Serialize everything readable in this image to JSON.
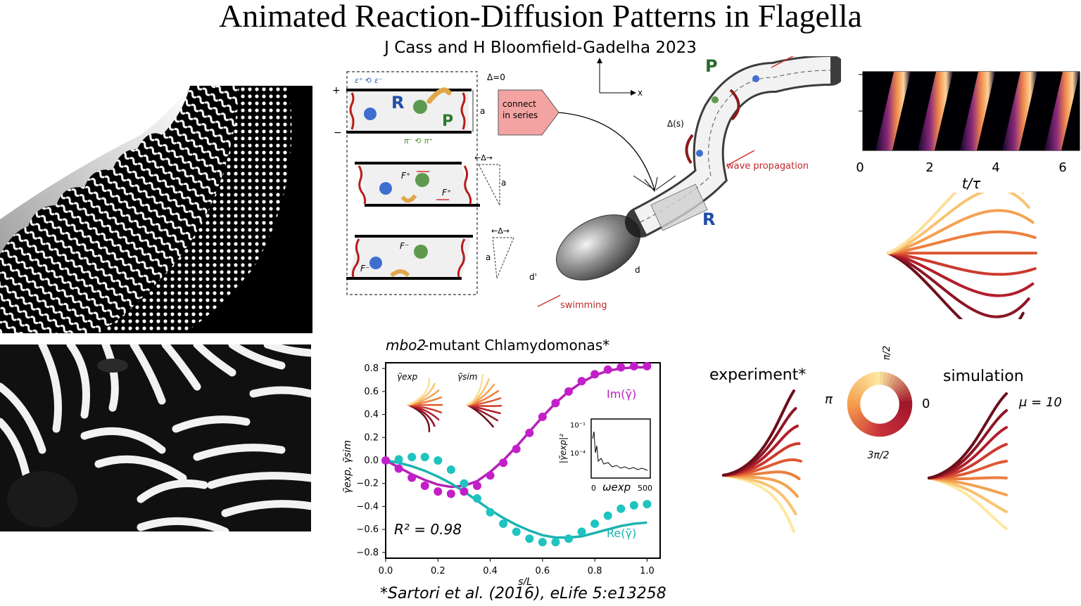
{
  "header": {
    "title": "Animated Reaction-Diffusion Patterns in Flagella",
    "authors": "J Cass and H Bloomfield-Gadelha 2023"
  },
  "schematic": {
    "delta_zero": "Δ=0",
    "plus": "+",
    "minus": "−",
    "epsilon": "ε⁺ ⟲ ε⁻",
    "pi": "π⁻ ⟲ π⁺",
    "R": "R",
    "P": "P",
    "a": "a",
    "delta": "←Δ→",
    "F_plus": "F⁺",
    "F_minus": "F⁻",
    "connect_line1": "connect",
    "connect_line2": "in series",
    "x_axis": "x",
    "delta_s": "Δ(s)",
    "wave": "wave propagation",
    "swimming": "swimming",
    "d": "d",
    "d_prime": "d'"
  },
  "kymograph": {
    "xticks": [
      "0",
      "2",
      "4",
      "6"
    ],
    "xlabel": "t/τ"
  },
  "plot": {
    "title_prefix": "mbo2",
    "title_suffix": "-mutant Chlamydomonas*",
    "inset_exp": "γ̃exp",
    "inset_sim": "γ̃sim",
    "im_label": "Im(γ̃)",
    "re_label": "Re(γ̃)",
    "r2": "R² = 0.98",
    "ylabel": "γ̃exp, γ̃sim",
    "xlabel": "s/L",
    "spec_ylabel": "|γ̃exp|²",
    "spec_ytick1": "10⁻¹",
    "spec_ytick2": "10⁻⁴",
    "spec_x0": "0",
    "spec_xlabel": "ωexp",
    "spec_x500": "500"
  },
  "chart_data": {
    "type": "scatter",
    "title": "mbo2-mutant Chlamydomonas*",
    "xlabel": "s/L",
    "ylabel": "γ̃exp, γ̃sim",
    "xlim": [
      0.0,
      1.05
    ],
    "ylim": [
      -0.85,
      0.85
    ],
    "xticks": [
      "0.0",
      "0.2",
      "0.4",
      "0.6",
      "0.8",
      "1.0"
    ],
    "yticks": [
      "0.8",
      "0.6",
      "0.4",
      "0.2",
      "0.0",
      "−0.2",
      "−0.4",
      "−0.6",
      "−0.8"
    ],
    "series": [
      {
        "name": "Im(γ̃)",
        "kind": "scatter",
        "color": "#c31fc9",
        "x": [
          0.0,
          0.05,
          0.1,
          0.15,
          0.2,
          0.25,
          0.3,
          0.35,
          0.4,
          0.45,
          0.5,
          0.55,
          0.6,
          0.65,
          0.7,
          0.75,
          0.8,
          0.85,
          0.9,
          0.95,
          1.0
        ],
        "y": [
          0.0,
          -0.07,
          -0.15,
          -0.22,
          -0.27,
          -0.29,
          -0.27,
          -0.22,
          -0.13,
          -0.02,
          0.1,
          0.24,
          0.38,
          0.5,
          0.6,
          0.69,
          0.75,
          0.79,
          0.81,
          0.82,
          0.82
        ]
      },
      {
        "name": "Im(γ̃) fit",
        "kind": "line",
        "color": "#b620b9",
        "x": [
          0.0,
          0.05,
          0.1,
          0.15,
          0.2,
          0.25,
          0.3,
          0.35,
          0.4,
          0.45,
          0.5,
          0.55,
          0.6,
          0.65,
          0.7,
          0.75,
          0.8,
          0.85,
          0.9,
          0.95,
          1.0
        ],
        "y": [
          0.0,
          -0.06,
          -0.12,
          -0.17,
          -0.21,
          -0.23,
          -0.22,
          -0.18,
          -0.1,
          0.0,
          0.12,
          0.25,
          0.38,
          0.5,
          0.6,
          0.68,
          0.74,
          0.78,
          0.8,
          0.81,
          0.81
        ]
      },
      {
        "name": "Re(γ̃)",
        "kind": "scatter",
        "color": "#1fc3c0",
        "x": [
          0.05,
          0.1,
          0.15,
          0.2,
          0.25,
          0.3,
          0.35,
          0.4,
          0.45,
          0.5,
          0.55,
          0.6,
          0.65,
          0.7,
          0.75,
          0.8,
          0.85,
          0.9,
          0.95,
          1.0
        ],
        "y": [
          0.01,
          0.03,
          0.03,
          0.0,
          -0.08,
          -0.2,
          -0.33,
          -0.45,
          -0.55,
          -0.62,
          -0.68,
          -0.71,
          -0.71,
          -0.68,
          -0.62,
          -0.55,
          -0.48,
          -0.42,
          -0.39,
          -0.38
        ]
      },
      {
        "name": "Re(γ̃) fit",
        "kind": "line",
        "color": "#1bb3b0",
        "x": [
          0.0,
          0.05,
          0.1,
          0.15,
          0.2,
          0.25,
          0.3,
          0.35,
          0.4,
          0.45,
          0.5,
          0.55,
          0.6,
          0.65,
          0.7,
          0.75,
          0.8,
          0.85,
          0.9,
          0.95,
          1.0
        ],
        "y": [
          0.0,
          -0.02,
          -0.05,
          -0.09,
          -0.14,
          -0.2,
          -0.27,
          -0.35,
          -0.43,
          -0.5,
          -0.56,
          -0.61,
          -0.65,
          -0.67,
          -0.67,
          -0.66,
          -0.63,
          -0.6,
          -0.57,
          -0.55,
          -0.54
        ]
      }
    ]
  },
  "phase": {
    "experiment": "experiment*",
    "simulation": "simulation",
    "mu": "μ = 10",
    "pi_half": "π/2",
    "pi": "π",
    "zero": "0",
    "three_pi_half": "3π/2"
  },
  "citation": "*Sartori et al. (2016), eLife 5:e13258",
  "colors": {
    "im": "#c31fc9",
    "re": "#1fc3c0",
    "red_accent": "#c0272d",
    "connect_box": "#f4a3a3"
  }
}
